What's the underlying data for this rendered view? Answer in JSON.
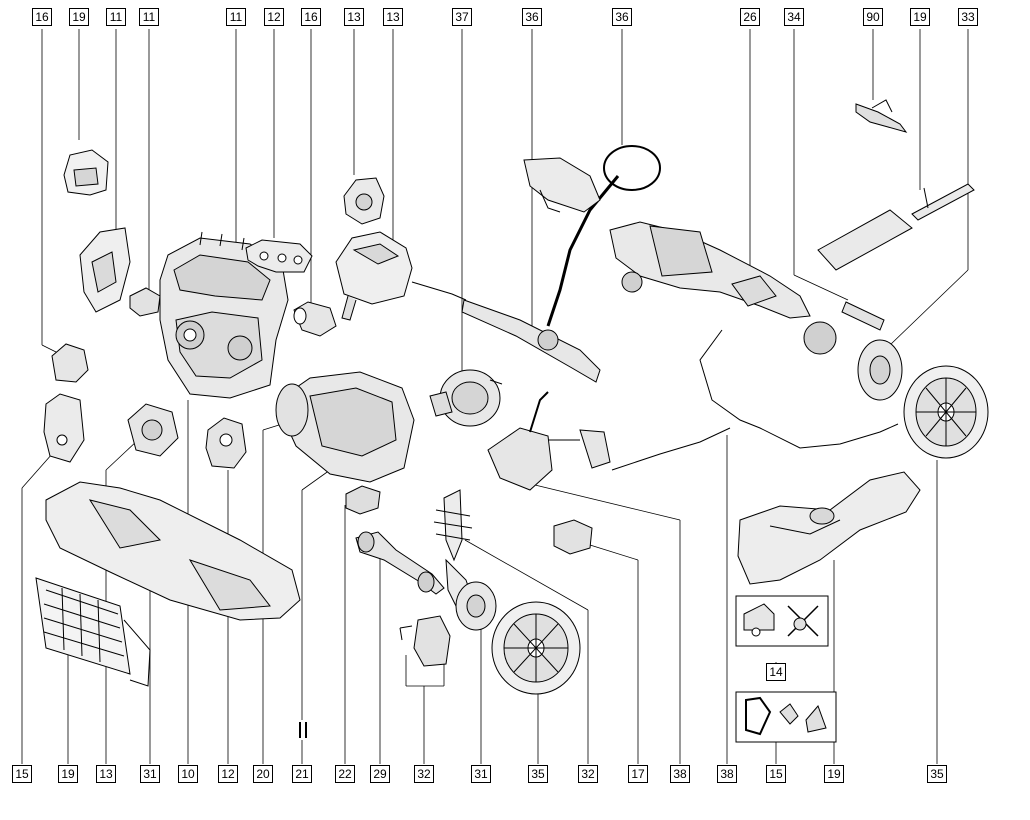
{
  "diagram": {
    "top_callouts": [
      {
        "id": "t1",
        "label": "16"
      },
      {
        "id": "t2",
        "label": "19"
      },
      {
        "id": "t3",
        "label": "11"
      },
      {
        "id": "t4",
        "label": "11"
      },
      {
        "id": "t5",
        "label": "11"
      },
      {
        "id": "t6",
        "label": "12"
      },
      {
        "id": "t7",
        "label": "16"
      },
      {
        "id": "t8",
        "label": "13"
      },
      {
        "id": "t9",
        "label": "13"
      },
      {
        "id": "t10",
        "label": "37"
      },
      {
        "id": "t11",
        "label": "36"
      },
      {
        "id": "t12",
        "label": "36"
      },
      {
        "id": "t13",
        "label": "26"
      },
      {
        "id": "t14",
        "label": "34"
      },
      {
        "id": "t15",
        "label": "90"
      },
      {
        "id": "t16",
        "label": "19"
      },
      {
        "id": "t17",
        "label": "33"
      }
    ],
    "bottom_callouts": [
      {
        "id": "b1",
        "label": "15"
      },
      {
        "id": "b2",
        "label": "19"
      },
      {
        "id": "b3",
        "label": "13"
      },
      {
        "id": "b4",
        "label": "31"
      },
      {
        "id": "b5",
        "label": "10"
      },
      {
        "id": "b6",
        "label": "12"
      },
      {
        "id": "b7",
        "label": "20"
      },
      {
        "id": "b8",
        "label": "21"
      },
      {
        "id": "b9",
        "label": "22"
      },
      {
        "id": "b10",
        "label": "29"
      },
      {
        "id": "b11",
        "label": "32"
      },
      {
        "id": "b12",
        "label": "31"
      },
      {
        "id": "b13",
        "label": "35"
      },
      {
        "id": "b14",
        "label": "32"
      },
      {
        "id": "b15",
        "label": "17"
      },
      {
        "id": "b16",
        "label": "38"
      },
      {
        "id": "b17",
        "label": "38"
      },
      {
        "id": "b18",
        "label": "15"
      },
      {
        "id": "b19",
        "label": "19"
      },
      {
        "id": "b20",
        "label": "35"
      }
    ],
    "inset_callouts": [
      {
        "id": "i1",
        "label": "14"
      }
    ]
  }
}
